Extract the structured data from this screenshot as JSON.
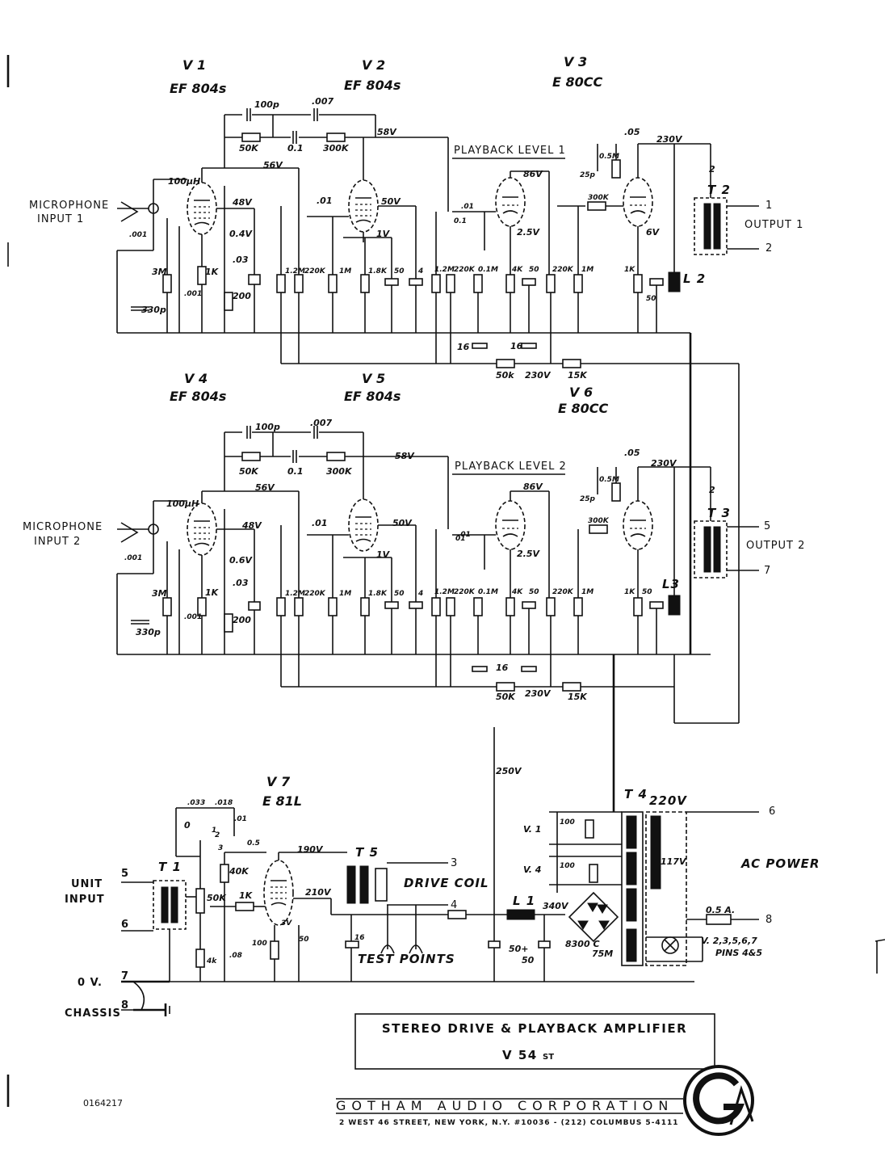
{
  "tubes": {
    "v1": {
      "id": "V 1",
      "type": "EF 804s"
    },
    "v2": {
      "id": "V 2",
      "type": "EF 804s"
    },
    "v3": {
      "id": "V 3",
      "type": "E 80CC"
    },
    "v4": {
      "id": "V 4",
      "type": "EF 804s"
    },
    "v5": {
      "id": "V 5",
      "type": "EF 804s"
    },
    "v6": {
      "id": "V 6",
      "type": "E 80CC"
    },
    "v7": {
      "id": "V 7",
      "type": "E 81L"
    }
  },
  "inputs": {
    "mic1": [
      "MICROPHONE",
      "INPUT  1"
    ],
    "mic2": [
      "MICROPHONE",
      "INPUT  2"
    ],
    "unit": [
      "UNIT",
      "INPUT"
    ]
  },
  "outputs": {
    "out1": "OUTPUT  1",
    "out2": "OUTPUT  2"
  },
  "pins": {
    "p1": "1",
    "p2": "2",
    "p5": "5",
    "p7": "7",
    "p3": "3",
    "p4": "4",
    "p6": "6",
    "p8": "8",
    "u5": "5",
    "u6": "6",
    "ov": "7",
    "ch": "8"
  },
  "labels": {
    "playback1": "PLAYBACK LEVEL  1",
    "playback2": "PLAYBACK LEVEL  2",
    "drive_coil": "DRIVE COIL",
    "test_points": "TEST POINTS",
    "ac_power": "AC POWER",
    "heater_note": [
      "V. 2,3,5,6,7",
      "PINS 4&5"
    ],
    "ov": "0 V.",
    "chassis": "CHASSIS",
    "v1_tap": "V.  1",
    "v4_tap": "V.  4"
  },
  "transformers": {
    "t1": "T 1",
    "t2": "T 2",
    "t3": "T 3",
    "t4": "T 4",
    "t5": "T 5",
    "l1": "L 1",
    "l2": "L 2",
    "l3": "L3"
  },
  "values_ch1": [
    "100p",
    ".007",
    "50K",
    "0.1",
    "300K",
    "58V",
    "56V",
    "48V",
    "0.4V",
    ".03",
    "200",
    "1K",
    "3M",
    ".001",
    "330p",
    ".001",
    "100μH",
    ".01",
    "50V",
    "1V",
    "1.2M",
    "220K",
    "1M",
    "1.8K",
    "50",
    "4",
    "1.2M",
    "220K",
    "0.1M",
    ".01",
    "0.1",
    "86V",
    "2.5V",
    "4K",
    "50",
    "300K",
    "220K",
    "1M",
    ".05",
    "0.5M",
    "25p",
    "230V",
    "6V",
    "1K",
    "50",
    "2",
    "16",
    "16",
    "50k",
    "230V",
    "15K"
  ],
  "values_ch2": [
    "100p",
    ".007",
    "50K",
    "0.1",
    "300K",
    "58V",
    "56V",
    "48V",
    "0.6V",
    ".03",
    "200",
    "1K",
    "3M",
    ".001",
    "330p",
    ".001",
    "100μH",
    ".01",
    "50V",
    "1V",
    "1.2M",
    "220K",
    "1M",
    "1.8K",
    "50",
    "4",
    "1.2M",
    "220K",
    "0.1M",
    ".01",
    "01",
    "86V",
    "2.5V",
    "4K",
    "50",
    "300K",
    "220K",
    "1M",
    ".05",
    "0.5M",
    "25p",
    "230V",
    "1K",
    "50",
    "2",
    "16",
    "50K",
    "230V",
    "15K"
  ],
  "values_drive": [
    ".033",
    ".018",
    ".01",
    "0",
    "1",
    "2",
    "3",
    "40K",
    "50K",
    "1K",
    "4k",
    ".08",
    "0.5",
    "190V",
    "210V",
    "100",
    "3V",
    "50",
    "16",
    "250V",
    "340V",
    "50+",
    "50",
    "100",
    "100",
    "220V",
    "117V",
    "0.5 A.",
    "8300 C",
    "75M"
  ],
  "title": {
    "main": "STEREO DRIVE & PLAYBACK AMPLIFIER",
    "model": "V 54",
    "model_suffix": "ST"
  },
  "corp": {
    "name": "GOTHAM  AUDIO  CORPORATION",
    "address": "2 WEST 46 STREET, NEW YORK, N.Y. #10036   -   (212) COLUMBUS 5-4111"
  },
  "doc_no": "0164217"
}
